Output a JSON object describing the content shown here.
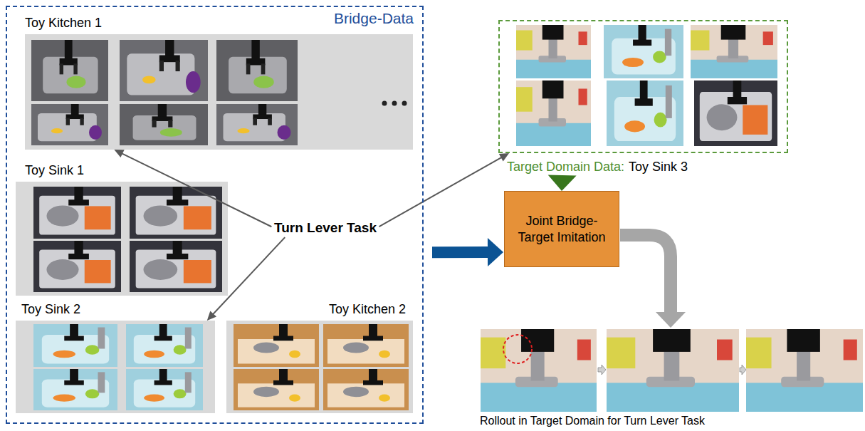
{
  "diagram": {
    "nodes": [
      {
        "text": [
          "Bridge-Data"
        ]
      },
      {
        "text": [
          "Toy Kitchen 1"
        ],
        "in": 0
      },
      {
        "text": [
          "Toy Sink 1"
        ],
        "in": 0
      },
      {
        "text": [
          "Toy Sink 2"
        ],
        "in": 0
      },
      {
        "text": [
          "Toy Kitchen 2"
        ],
        "in": 0
      },
      {
        "text": [
          "Turn Lever Task"
        ],
        "in": 0
      },
      {
        "text": [
          "Target Domain Data:",
          "Toy Sink 3"
        ]
      },
      {
        "text": [
          "Joint Bridge-Target Imitation"
        ]
      },
      {
        "text": [
          "Rollout in Target Domain for Turn Lever Task"
        ]
      }
    ],
    "edges": [
      {
        "from": 5,
        "to": 1,
        "arrow": "to"
      },
      {
        "from": 5,
        "to": 3,
        "arrow": "to"
      },
      {
        "from": 5,
        "to": 6,
        "arrow": "to"
      },
      {
        "from": 6,
        "to": 7,
        "arrow": "to"
      },
      {
        "from": 0,
        "to": 7,
        "arrow": "to"
      },
      {
        "from": 7,
        "to": 8,
        "arrow": "to"
      }
    ]
  }
}
